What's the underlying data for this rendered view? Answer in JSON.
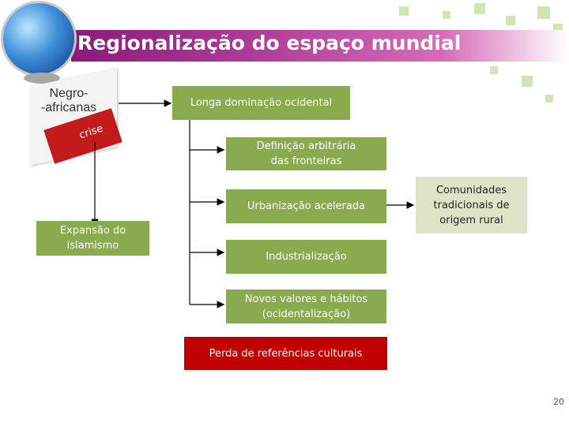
{
  "slide": {
    "title": "Regionalização do espaço mundial",
    "page_number": "20"
  },
  "tag": {
    "label_line1": "Negro-",
    "label_line2": "-africanas",
    "crise": "crise"
  },
  "nodes": {
    "longa_dominacao": "Longa dominação ocidental",
    "definicao_line1": "Definição arbitrária",
    "definicao_line2": "das fronteiras",
    "urbanizacao": "Urbanização acelerada",
    "comunidades_line1": "Comunidades",
    "comunidades_line2": "tradicionais de",
    "comunidades_line3": "origem rural",
    "expansao_line1": "Expansão do",
    "expansao_line2": "islamismo",
    "industrializacao": "Industrialização",
    "novos_line1": "Novos valores e hábitos",
    "novos_line2": "(ocidentalização)",
    "perda": "Perda de referências culturais"
  },
  "colors": {
    "green": "#8aaa4e",
    "light_green": "#dce5c8",
    "red": "#c00000",
    "title_purple": "#8a1a7a"
  }
}
